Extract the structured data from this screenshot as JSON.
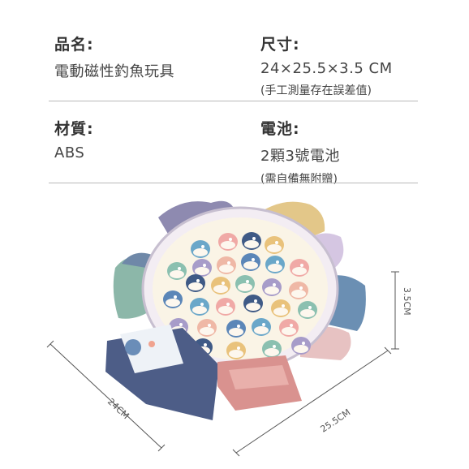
{
  "specs": {
    "name": {
      "label": "品名:",
      "value": "電動磁性釣魚玩具"
    },
    "size": {
      "label": "尺寸:",
      "value": "24×25.5×3.5 CM",
      "note": "(手工測量存在誤差值)"
    },
    "material": {
      "label": "材質:",
      "value": "ABS"
    },
    "battery": {
      "label": "電池:",
      "value": "2顆3號電池",
      "note": "(需自備無附贈)"
    }
  },
  "dimensions": {
    "width": "24CM",
    "depth": "25.5CM",
    "height": "3.5CM"
  },
  "colors": {
    "divider": "#b9b9b9",
    "base_navy": "#4d5d87",
    "base_pink": "#d9928f",
    "tray_yellow": "#e3c789",
    "tray_purple": "#8e8ab0",
    "tray_green": "#8cb7a9",
    "tray_blue": "#6b8fb3"
  }
}
